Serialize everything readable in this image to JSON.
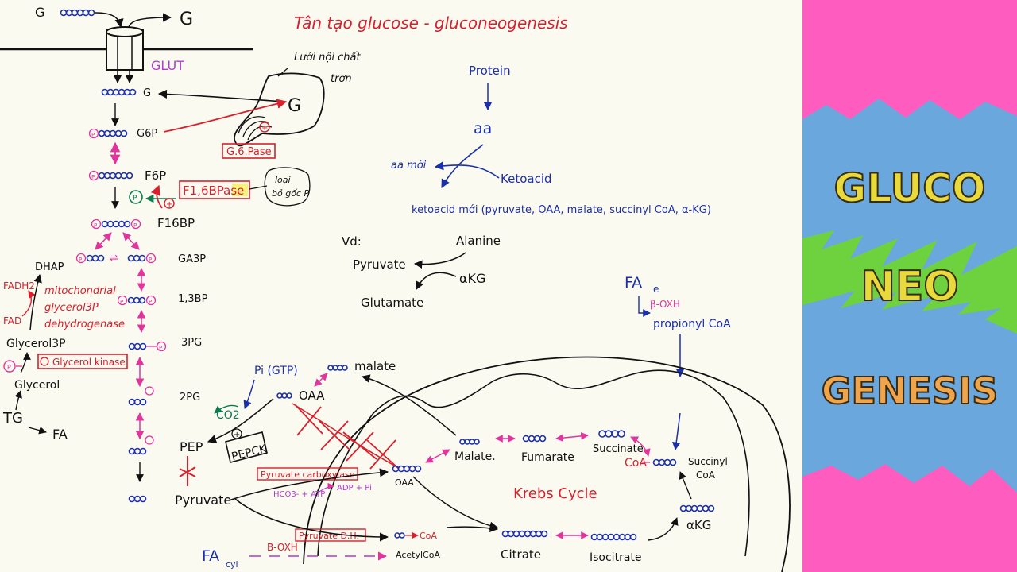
{
  "title": "Tân tạo glucose - gluconeogenesis",
  "colors": {
    "red": "#d8202c",
    "blue": "#1b2fa8",
    "pink": "#e0359c",
    "magenta": "#b23ad0",
    "black": "#111111",
    "green": "#0e7a4e",
    "yellow": "#e9da3b",
    "orange": "#f0a54a",
    "banner_pink": "#ff5cc0",
    "banner_blue": "#6aa7dd",
    "banner_green": "#6ed23e"
  },
  "membrane": {
    "g_out": "G",
    "g_out2": "G",
    "glut": "GLUT",
    "g_in": "G"
  },
  "er": {
    "label1": "Lưới nội chất",
    "label2": "trơn",
    "g": "G",
    "g6pase": "G.6.Pase"
  },
  "glycolysis": {
    "g6p": "G6P",
    "f6p": "F6P",
    "f16bp": "F16BP",
    "ga3p": "GA3P",
    "dhap": "DHAP",
    "bp13": "1,3BP",
    "pg3": "3PG",
    "pg2": "2PG",
    "pep": "PEP",
    "pyruvate": "Pyruvate",
    "f16bpase": "F1,6BPase",
    "note1": "loại",
    "note2": "bỏ gốc P",
    "p": "P"
  },
  "glycerol": {
    "fadh2": "FADH2",
    "fad": "FAD",
    "enzyme1": "mitochondrial",
    "enzyme2": "glycerol3P",
    "enzyme3": "dehydrogenase",
    "glycerol3p": "Glycerol3P",
    "glycerol_kinase": "Glycerol kinase",
    "glycerol": "Glycerol",
    "tg": "TG",
    "fa": "FA"
  },
  "protein": {
    "protein": "Protein",
    "aa": "aa",
    "aa_moi": "aa mới",
    "ketoacid": "Ketoacid",
    "ketoacid_moi": "ketoacid mới (pyruvate, OAA, malate, succinyl CoA, α-KG)"
  },
  "example": {
    "vd": "Vd:",
    "alanine": "Alanine",
    "pyruvate": "Pyruvate",
    "akg": "αKG",
    "glutamate": "Glutamate"
  },
  "fa_path": {
    "fa": "FA",
    "fa_sub": "e",
    "boxh": "β-OXH",
    "propionyl": "propionyl CoA"
  },
  "mito": {
    "pi_gtp": "Pi (GTP)",
    "malate_top": "malate",
    "oaa_top": "OAA",
    "co2": "CO2",
    "pepck": "PEPCK",
    "pyruvate_carboxylase": "Pyruvate carboxylase",
    "hco3": "HCO3- + ATP",
    "adp": "ADP + Pi",
    "oaa": "OAA",
    "malate": "Malate.",
    "fumarate": "Fumarate",
    "succinate": "Succinate",
    "coa": "CoA",
    "succinyl1": "Succinyl",
    "succinyl2": "CoA",
    "krebs": "Krebs Cycle",
    "akg": "αKG",
    "citrate": "Citrate",
    "isocitrate": "Isocitrate",
    "pdh": "Pyruvate D.H.",
    "acetyl_coa": "AcetylCoA",
    "coa_small": "CoA",
    "fa_cyl": "FA",
    "fa_cyl_sub": "cyl",
    "b_oxh": "B-OXH"
  },
  "banner": {
    "word1": "GLUCO",
    "word2": "NEO",
    "word3": "GENESIS"
  }
}
